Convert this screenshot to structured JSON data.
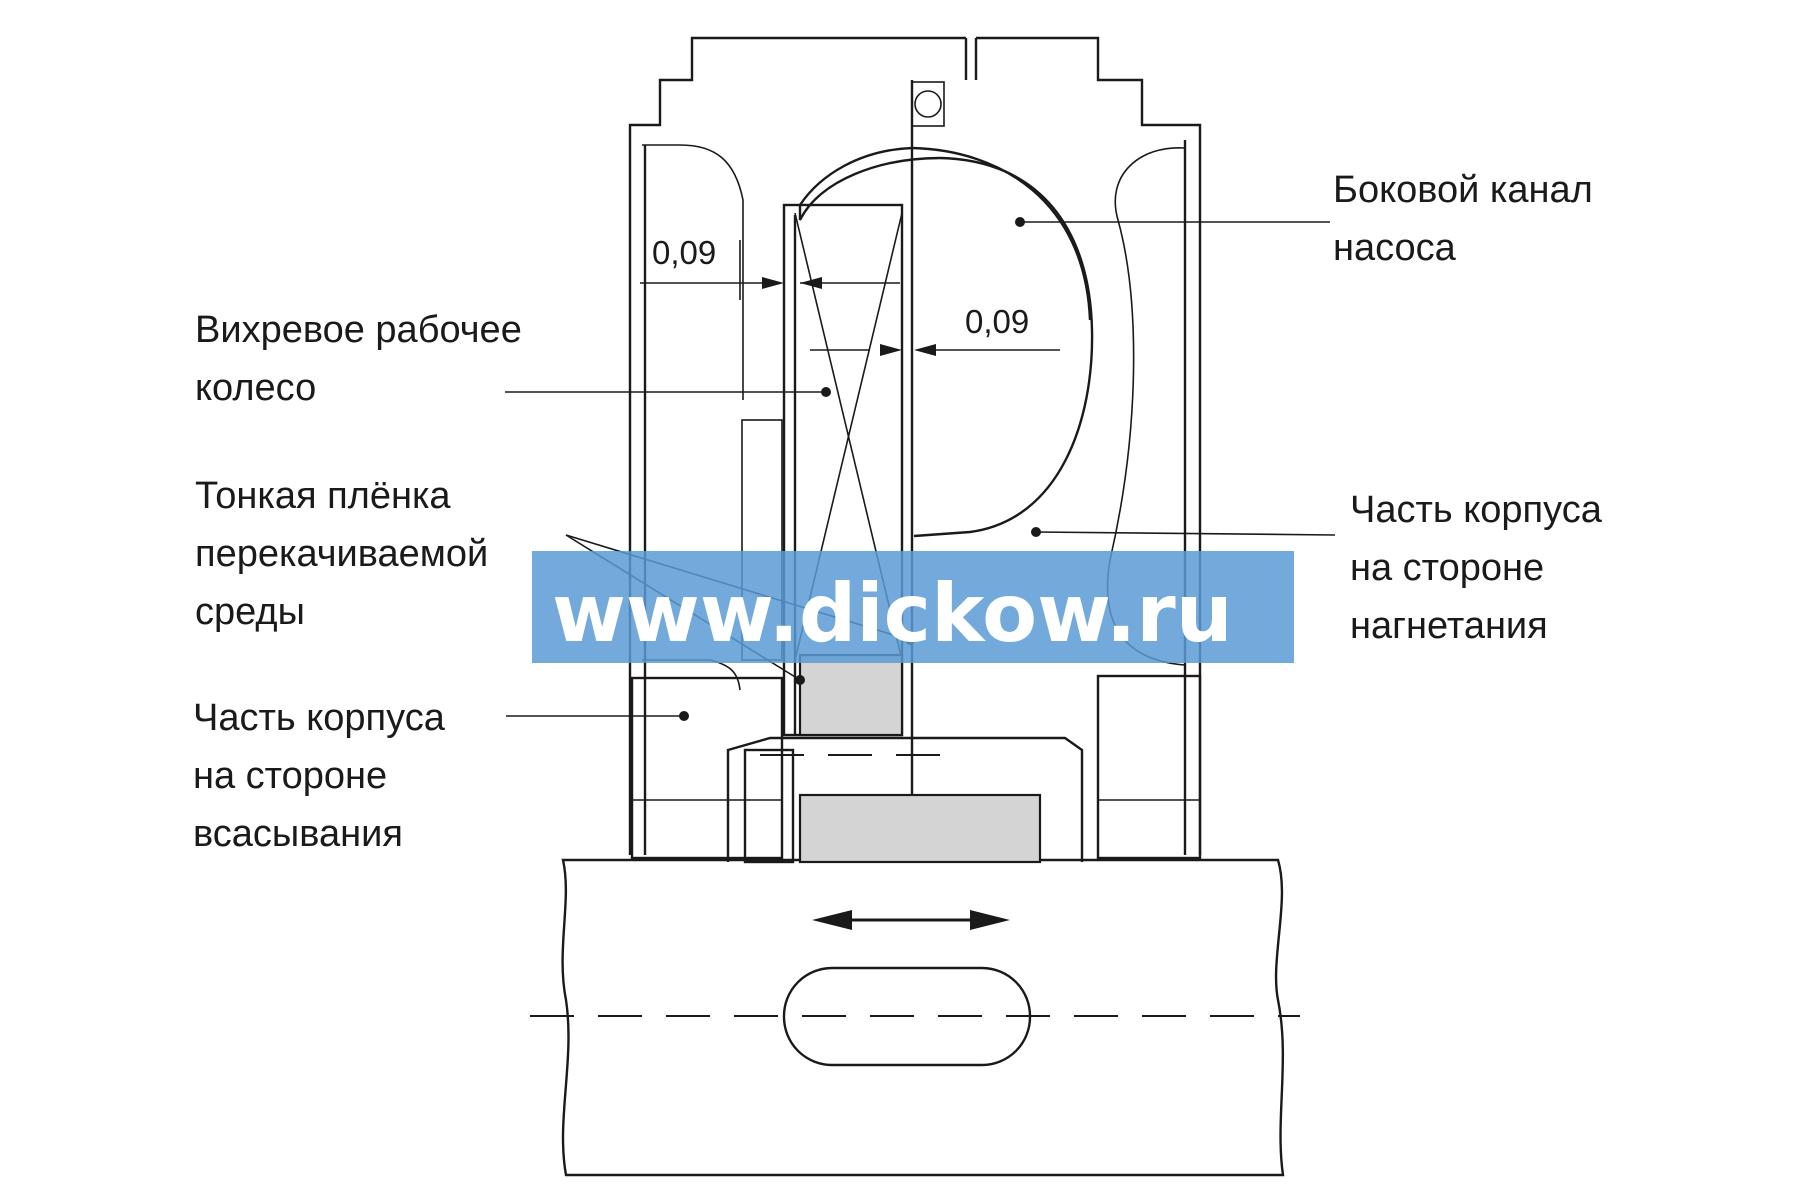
{
  "labels": {
    "impeller": [
      "Вихревое рабочее",
      "колесо"
    ],
    "film": [
      "Тонкая плёнка",
      "перекачиваемой",
      "среды"
    ],
    "suction_housing": [
      "Часть корпуса",
      "на стороне",
      "всасывания"
    ],
    "side_channel": [
      "Боковой канал",
      "насоса"
    ],
    "discharge_housing": [
      "Часть корпуса",
      "на стороне",
      "нагнетания"
    ]
  },
  "dimensions": {
    "gap_left": "0,09",
    "gap_right": "0,09"
  },
  "watermark": {
    "text": "www.dickow.ru",
    "color": "#5b9bd5"
  },
  "colors": {
    "line": "#1a1a1a",
    "fill_gray": "#d4d4d4"
  }
}
